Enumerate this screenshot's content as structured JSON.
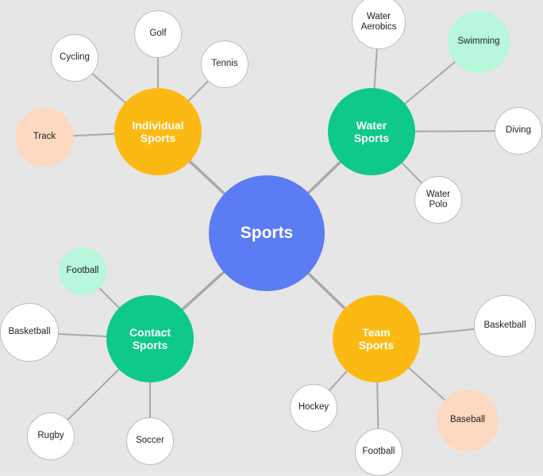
{
  "colors": {
    "center": "#5b7cf2",
    "hub_yellow": "#fdb913",
    "hub_green": "#0fc98c",
    "mint": "#b7f7dc",
    "peach": "#fcd9c0",
    "leaf": "#ffffff",
    "edge": "#a8a8a8"
  },
  "center": {
    "label": "Sports"
  },
  "hubs": {
    "individual": {
      "label": "Individual\nSports"
    },
    "water": {
      "label": "Water\nSports"
    },
    "contact": {
      "label": "Contact\nSports"
    },
    "team": {
      "label": "Team\nSports"
    }
  },
  "leaves": {
    "golf": {
      "label": "Golf"
    },
    "cycling": {
      "label": "Cycling"
    },
    "tennis": {
      "label": "Tennis"
    },
    "track": {
      "label": "Track"
    },
    "water_aerobics": {
      "label": "Water\nAerobics"
    },
    "swimming": {
      "label": "Swimming"
    },
    "diving": {
      "label": "Diving"
    },
    "water_polo": {
      "label": "Water\nPolo"
    },
    "contact_football": {
      "label": "Football"
    },
    "contact_basketball": {
      "label": "Basketball"
    },
    "rugby": {
      "label": "Rugby"
    },
    "soccer": {
      "label": "Soccer"
    },
    "team_basketball": {
      "label": "Basketball"
    },
    "hockey": {
      "label": "Hockey"
    },
    "baseball": {
      "label": "Baseball"
    },
    "team_football": {
      "label": "Football"
    }
  }
}
